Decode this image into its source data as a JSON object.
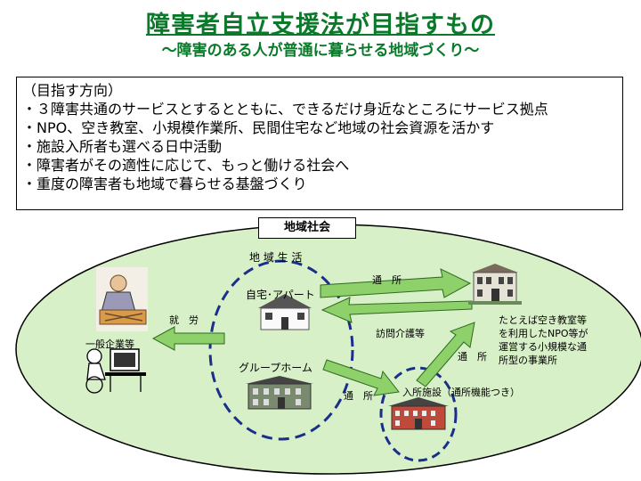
{
  "title": "障害者自立支援法が目指すもの",
  "subtitle": "～障害のある人が普通に暮らせる地域づくり～",
  "goals": {
    "heading": "（目指す方向）",
    "items": [
      "・３障害共通のサービスとするとともに、できるだけ身近なところにサービス拠点",
      "・NPO、空き教室、小規模作業所、民間住宅など地域の社会資源を活かす",
      "・施設入所者も選べる日中活動",
      "・障害者がその適性に応じて、もっと働ける社会へ",
      "・重度の障害者も地域で暮らせる基盤づくり"
    ]
  },
  "diagram": {
    "community_label": "地域社会",
    "community_life": "地 域 生 活",
    "home": "自宅･アパート",
    "group_home": "グループホーム",
    "employment": "就　労",
    "company": "一般企業等",
    "commute1": "通　所",
    "home_visit": "訪問介護等",
    "commute2": "通　所",
    "commute3": "通　所",
    "facility": "入所施設（通所機能つき）",
    "npo_note": [
      "たとえば空き教室等",
      "を利用したNPO等が",
      "運営する小規模な通",
      "所型の事業所"
    ]
  },
  "colors": {
    "title": "#0a7a2a",
    "community_fill": "#d8f0c8",
    "arrow_fill": "#8ed06a",
    "dashed_circle": "#1a2f8a"
  }
}
